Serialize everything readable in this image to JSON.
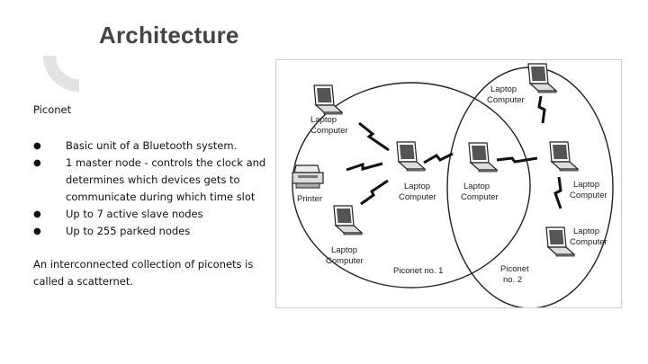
{
  "slide": {
    "title": "Architecture"
  },
  "content": {
    "heading": "Piconet",
    "bullets": [
      "Basic unit of a Bluetooth system.",
      "1 master node - controls the clock and determines which devices gets to communicate during which time slot",
      "Up to 7 active slave nodes",
      "Up to 255 parked nodes"
    ],
    "summary": "An interconnected collection of piconets is called a scatternet."
  },
  "diagram": {
    "nodes": {
      "laptop_top_left": [
        "Laptop",
        "Computer"
      ],
      "printer": [
        "Printer"
      ],
      "laptop_bottom_left": [
        "Laptop",
        "Computer"
      ],
      "laptop_master1": [
        "Laptop",
        "Computer"
      ],
      "laptop_bridge": [
        "Laptop",
        "Computer"
      ],
      "laptop_top_right": [
        "Laptop",
        "Computer"
      ],
      "laptop_master2": [
        "Laptop",
        "Computer"
      ],
      "laptop_bottom_right": [
        "Laptop",
        "Computer"
      ]
    },
    "piconet1_label": "Piconet no. 1",
    "piconet2_label": [
      "Piconet",
      "no. 2"
    ]
  },
  "colors": {
    "title": "#444444",
    "decoration": "#e3e3e3"
  }
}
